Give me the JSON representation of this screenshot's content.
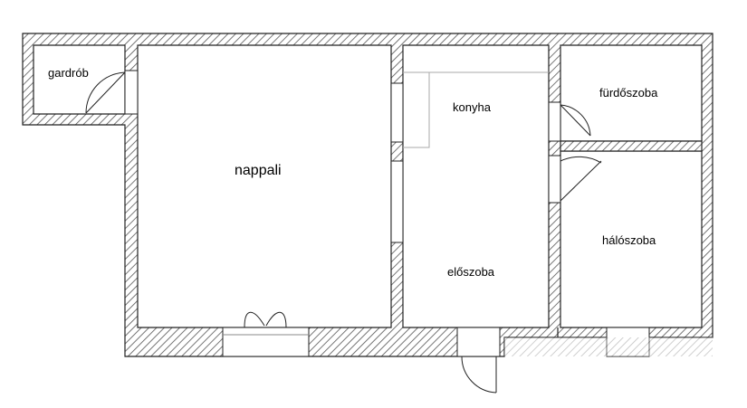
{
  "rooms": {
    "gardrob": "gardrób",
    "nappali": "nappali",
    "konyha": "konyha",
    "eloszoba": "előszoba",
    "furdoszoba": "fürdőszoba",
    "haloszoba": "hálószoba"
  }
}
